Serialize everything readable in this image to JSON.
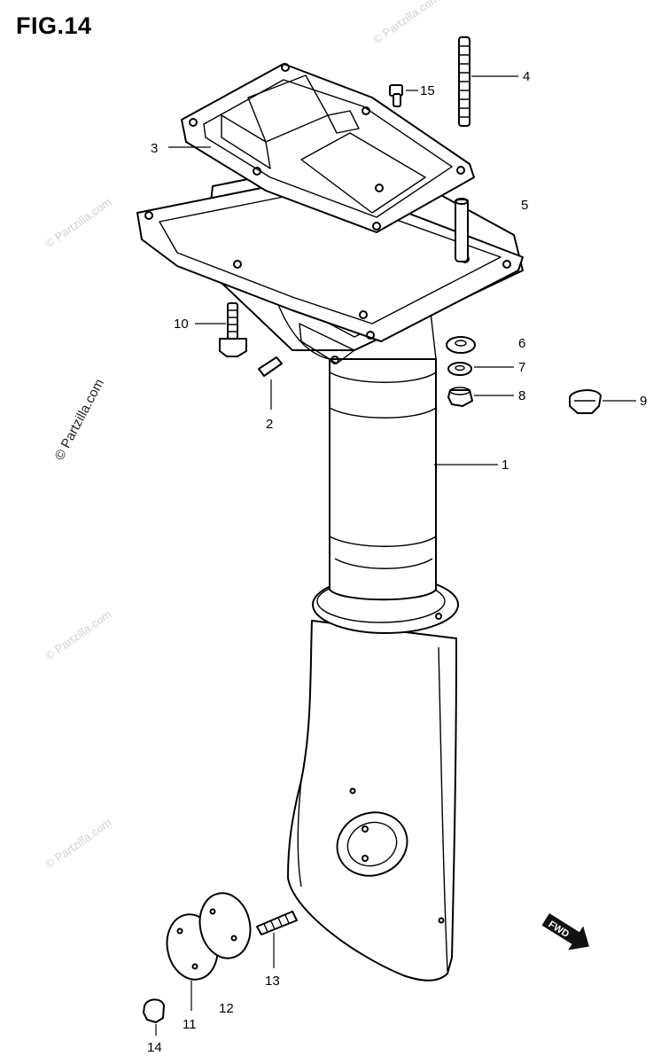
{
  "title": "FIG.14",
  "watermark": "© Partzilla.com",
  "fwd_label": "FWD",
  "callouts": [
    {
      "id": "1",
      "label": "1"
    },
    {
      "id": "2",
      "label": "2"
    },
    {
      "id": "3",
      "label": "3"
    },
    {
      "id": "4",
      "label": "4"
    },
    {
      "id": "5",
      "label": "5"
    },
    {
      "id": "6",
      "label": "6"
    },
    {
      "id": "7",
      "label": "7"
    },
    {
      "id": "8",
      "label": "8"
    },
    {
      "id": "9",
      "label": "9"
    },
    {
      "id": "10",
      "label": "10"
    },
    {
      "id": "11",
      "label": "11"
    },
    {
      "id": "12",
      "label": "12"
    },
    {
      "id": "13",
      "label": "13"
    },
    {
      "id": "14",
      "label": "14"
    },
    {
      "id": "15",
      "label": "15"
    }
  ]
}
